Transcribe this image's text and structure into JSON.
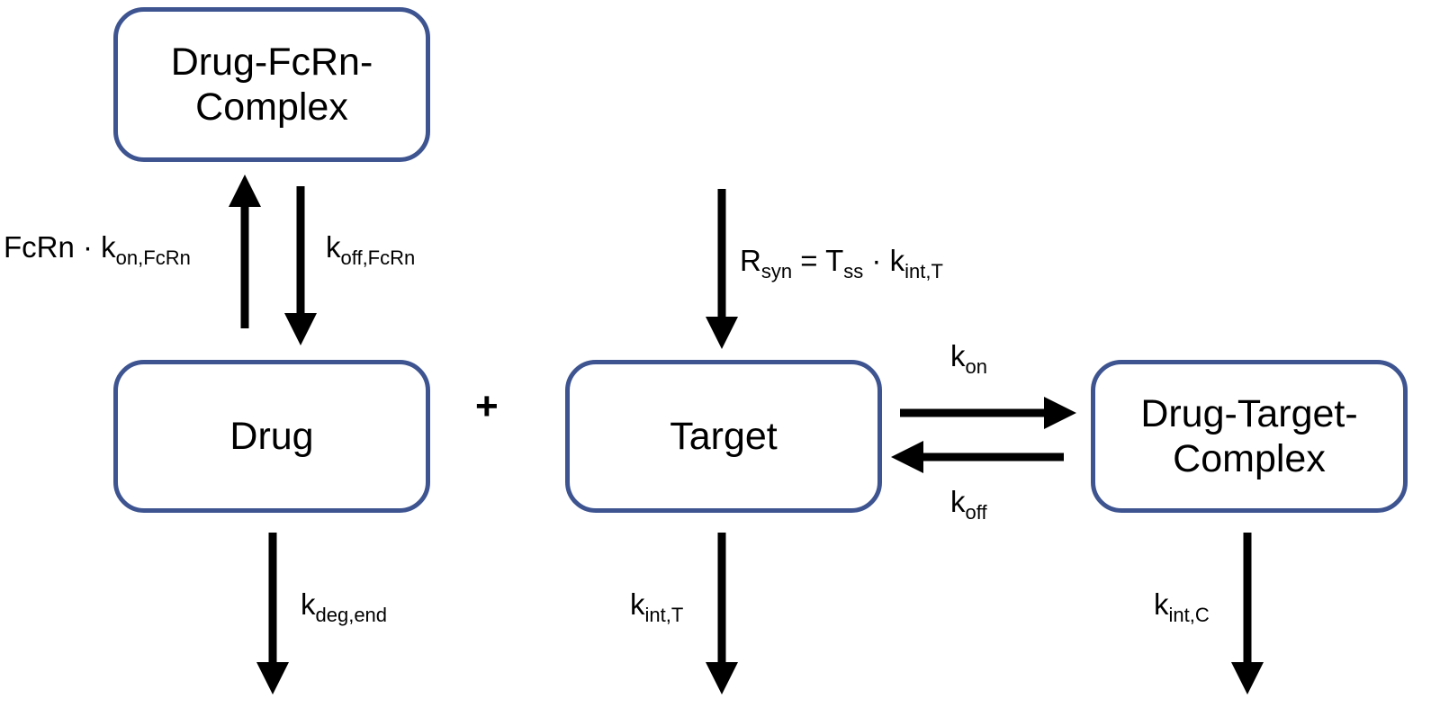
{
  "boxes": {
    "fcrn_complex": {
      "line1": "Drug-FcRn-",
      "line2": "Complex"
    },
    "drug": {
      "text": "Drug"
    },
    "target": {
      "text": "Target"
    },
    "dt_complex": {
      "line1": "Drug-Target-",
      "line2": "Complex"
    }
  },
  "operator": "+",
  "rates": {
    "fcrn_on": {
      "prefix": "FcRn · k",
      "sub": "on,FcRn"
    },
    "fcrn_off": {
      "main": "k",
      "sub": "off,FcRn"
    },
    "rsyn": {
      "r": "R",
      "r_sub": "syn",
      "eq": " = T",
      "t_sub": "ss",
      "dot": " · k",
      "k_sub": "int,T"
    },
    "kon": {
      "main": "k",
      "sub": "on"
    },
    "koff": {
      "main": "k",
      "sub": "off"
    },
    "kdeg": {
      "main": "k",
      "sub": "deg,end"
    },
    "kint_t": {
      "main": "k",
      "sub": "int,T"
    },
    "kint_c": {
      "main": "k",
      "sub": "int,C"
    }
  },
  "colors": {
    "box_border": "#3d5491",
    "arrow": "#000000"
  }
}
